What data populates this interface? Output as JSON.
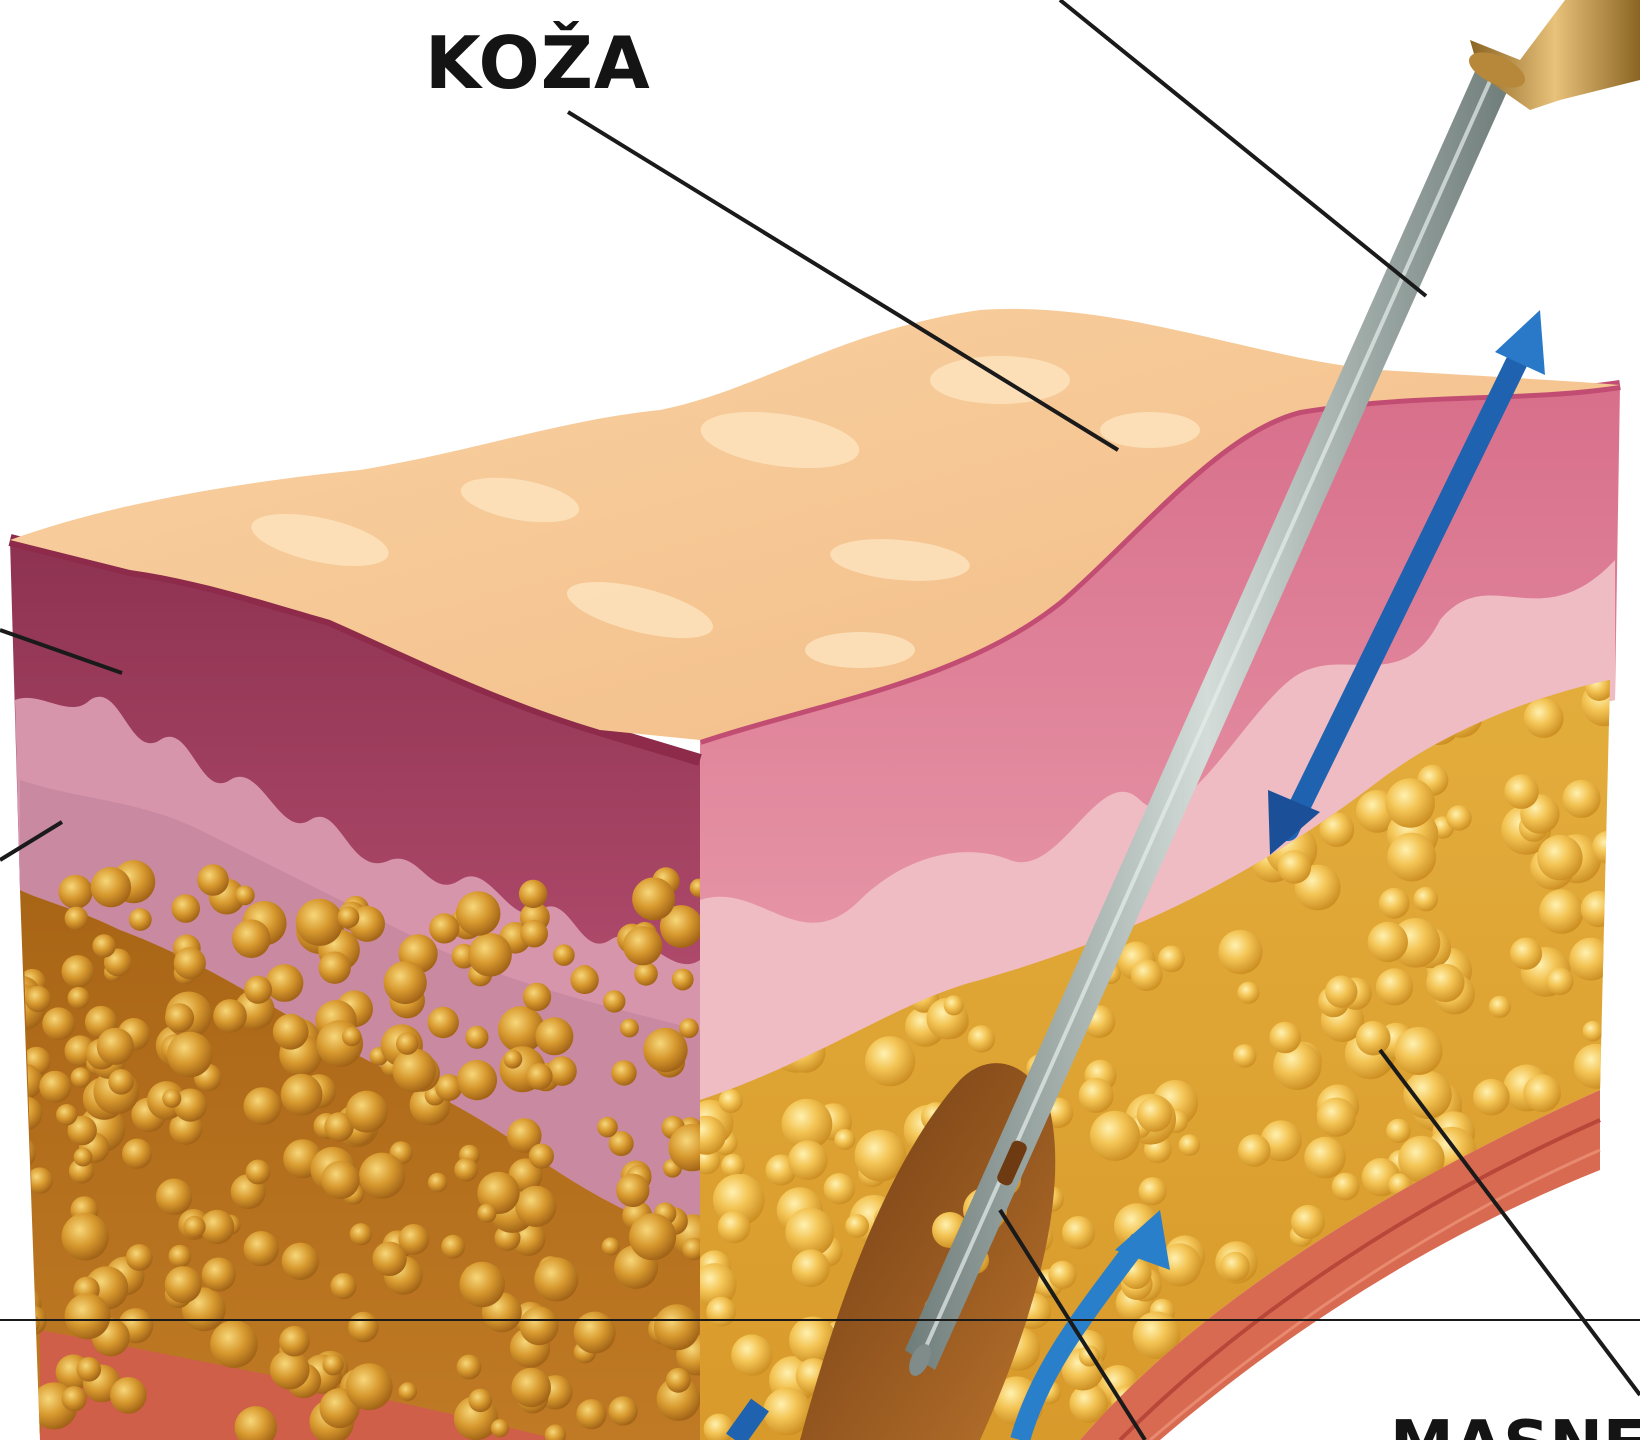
{
  "labels": {
    "skin": "KOŽA",
    "fat_partial": "MASNE"
  },
  "colors": {
    "epidermis_top": "#f6c794",
    "epidermis_highlight": "#fde0b8",
    "dermis_dark": "#a84a66",
    "dermis_mid": "#d9788f",
    "dermis_light": "#e9a8b2",
    "papillary": "#c88398",
    "fat_dark": "#b06e1c",
    "fat_light": "#e7b447",
    "fat_globule": "#f5c85a",
    "muscle": "#d86a52",
    "cannula": "#9aa8a4",
    "cannula_handle": "#c89a42",
    "arrow_blue": "#1f63b0"
  },
  "icons": {
    "arrow": "double-headed-arrow",
    "cannula": "liposuction-cannula"
  }
}
